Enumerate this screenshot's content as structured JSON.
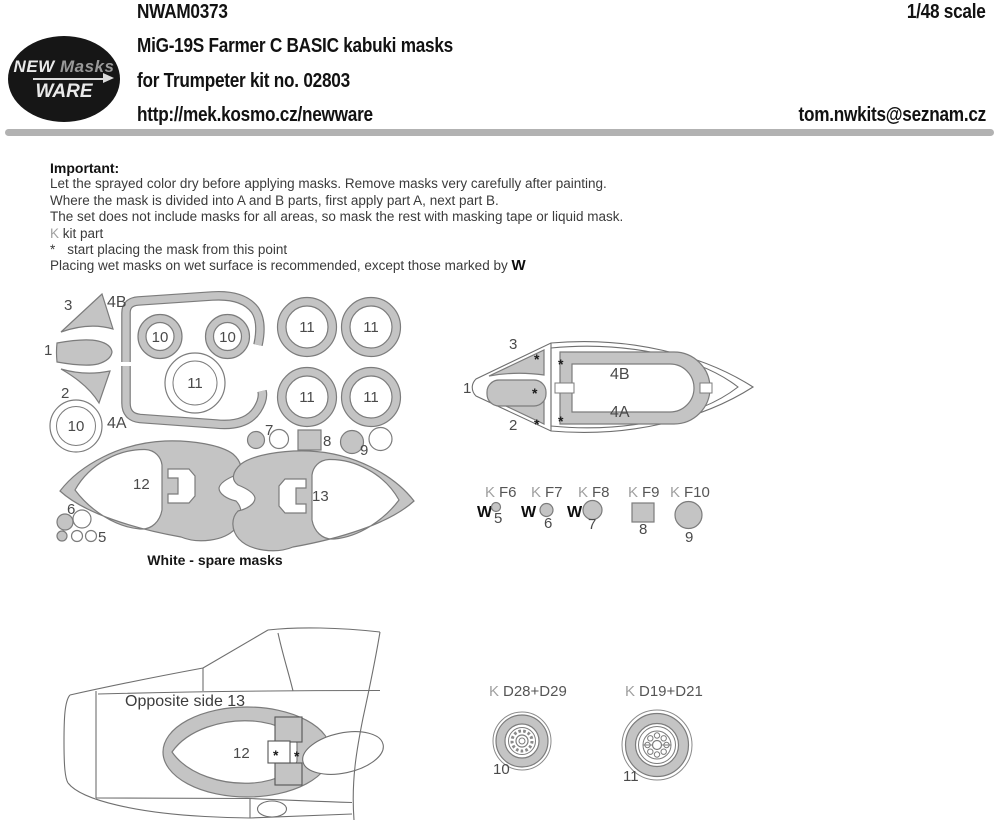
{
  "colors": {
    "mask_fill": "#c4c4c4",
    "mask_stroke": "#7c7c7c",
    "linework": "#6f6f6f",
    "divider_bar": "#b2b2b2",
    "ink": "#121212"
  },
  "header": {
    "code": "NWAM0373",
    "scale": "1/48 scale",
    "title": "MiG-19S Farmer C BASIC kabuki masks",
    "subtitle": "for Trumpeter kit no. 02803",
    "url": "http://mek.kosmo.cz/newware",
    "email": "tom.nwkits@seznam.cz",
    "logo": {
      "word1": "NEW",
      "word2": "Masks",
      "word3": "WARE"
    }
  },
  "instructions": {
    "heading": "Important:",
    "lines": [
      "Let the sprayed color dry before applying masks. Remove masks very carefully after painting.",
      "Where the mask is divided into A and B parts, first apply part A, next part B.",
      "The set does not include masks for all areas, so mask the rest with masking tape or liquid mask."
    ],
    "kit_text": "kit part",
    "star_text": "start placing the mask from this point",
    "wet_text": "Placing wet masks on wet surface is recommended, except those marked by"
  },
  "marks": {
    "star": "*",
    "wet": "W",
    "kit": "K"
  },
  "sheet": {
    "labels": {
      "n1": "1",
      "n2": "2",
      "n3": "3",
      "n4A": "4A",
      "n4B": "4B",
      "n5": "5",
      "n6": "6",
      "n7": "7",
      "n8": "8",
      "n9": "9",
      "n10": "10",
      "n11": "11",
      "n12": "12",
      "n13": "13"
    },
    "note": "White - spare masks"
  },
  "kit_parts": {
    "f6": "F6",
    "f7": "F7",
    "f8": "F8",
    "f9": "F9",
    "f10": "F10"
  },
  "fuselage": {
    "note": "Opposite side 13"
  },
  "wheels": {
    "d28": "D28+D29",
    "d19": "D19+D21"
  }
}
